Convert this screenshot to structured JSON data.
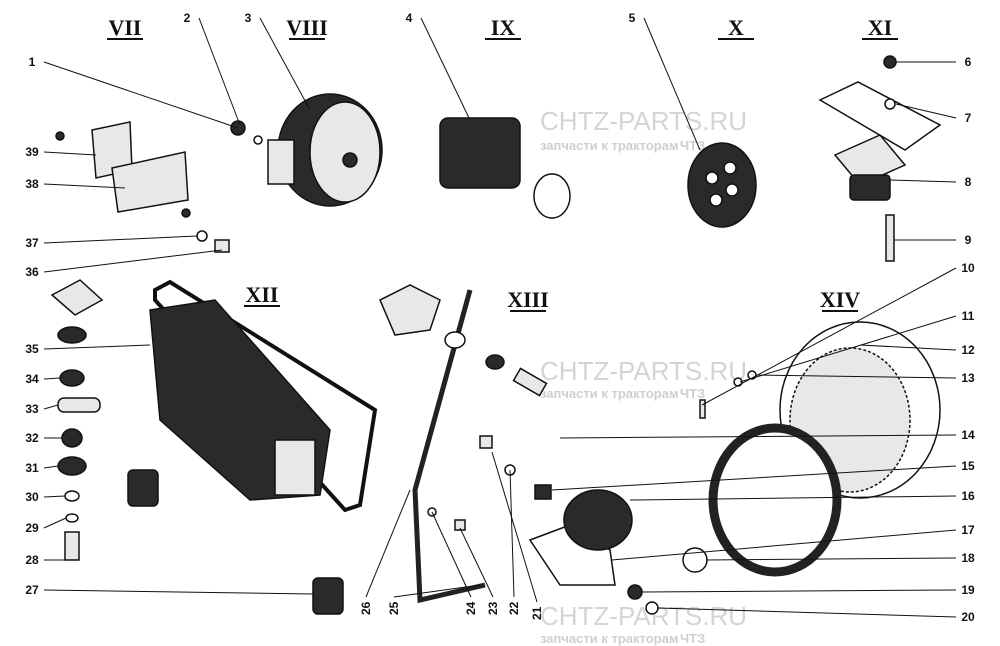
{
  "watermarks": [
    {
      "site": "CHTZ-PARTS.RU",
      "tagline": "запчасти к тракторам",
      "brand": "ЧТЗ"
    },
    {
      "site": "CHTZ-PARTS.RU",
      "tagline": "запчасти к тракторам",
      "brand": "ЧТЗ"
    },
    {
      "site": "CHTZ-PARTS.RU",
      "tagline": "запчасти к тракторам",
      "brand": "ЧТЗ"
    }
  ],
  "groups": [
    "VII",
    "VIII",
    "IX",
    "X",
    "XI",
    "XII",
    "XIII",
    "XIV"
  ],
  "callouts": [
    "1",
    "2",
    "3",
    "4",
    "5",
    "6",
    "7",
    "8",
    "9",
    "10",
    "11",
    "12",
    "13",
    "14",
    "15",
    "16",
    "17",
    "18",
    "19",
    "20",
    "21",
    "22",
    "23",
    "24",
    "25",
    "26",
    "27",
    "28",
    "29",
    "30",
    "31",
    "32",
    "33",
    "34",
    "35",
    "36",
    "37",
    "38",
    "39"
  ]
}
